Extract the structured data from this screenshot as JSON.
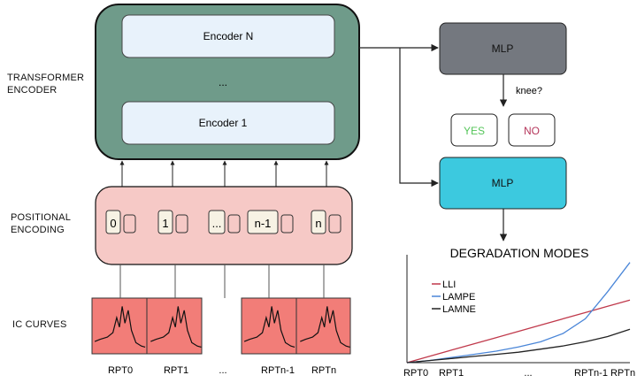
{
  "section_labels": {
    "transformer_line1": "TRANSFORMER",
    "transformer_line2": "ENCODER",
    "positional_line1": "POSITIONAL",
    "positional_line2": "ENCODING",
    "ic_curves": "IC CURVES"
  },
  "encoder": {
    "top_block": "Encoder N",
    "middle_ellipsis": "...",
    "bottom_block": "Encoder 1"
  },
  "positional_tokens": [
    "0",
    "1",
    "...",
    "n-1",
    "n"
  ],
  "rpt_labels": [
    "RPT0",
    "RPT1",
    "...",
    "RPTn-1",
    "RPTn"
  ],
  "mlp_top": "MLP",
  "knee_question": "knee?",
  "yes_label": "YES",
  "no_label": "NO",
  "mlp_bottom": "MLP",
  "degradation_title": "DEGRADATION MODES",
  "chart_data": {
    "type": "line",
    "title": "",
    "xlabel": "",
    "ylabel": "",
    "x_tick_labels": [
      "RPT0",
      "RPT1",
      "...",
      "RPTn-1",
      "RPTn"
    ],
    "x": [
      0,
      1,
      2,
      3,
      4,
      5,
      6,
      7,
      8,
      9,
      10
    ],
    "ylim": [
      0,
      1
    ],
    "legend_position": "top-left",
    "series": [
      {
        "name": "LLI",
        "color": "#c0394b",
        "values": [
          0.0,
          0.06,
          0.12,
          0.18,
          0.24,
          0.3,
          0.36,
          0.42,
          0.48,
          0.54,
          0.6
        ]
      },
      {
        "name": "LAMPE",
        "color": "#4a86d8",
        "values": [
          0.0,
          0.02,
          0.05,
          0.08,
          0.11,
          0.15,
          0.2,
          0.28,
          0.42,
          0.68,
          0.96
        ]
      },
      {
        "name": "LAMNE",
        "color": "#222222",
        "values": [
          0.0,
          0.02,
          0.04,
          0.06,
          0.08,
          0.1,
          0.13,
          0.16,
          0.2,
          0.25,
          0.32
        ]
      }
    ]
  },
  "colors": {
    "encoder_fill": "#6f9b8a",
    "encoder_inner": "#e8f2fb",
    "positional_fill": "#f6c9c6",
    "ic_fill": "#f27d78",
    "mlp_top_fill": "#74787f",
    "mlp_bottom_fill": "#3cc9df",
    "yes": "#55c55a",
    "no": "#b5365b"
  }
}
